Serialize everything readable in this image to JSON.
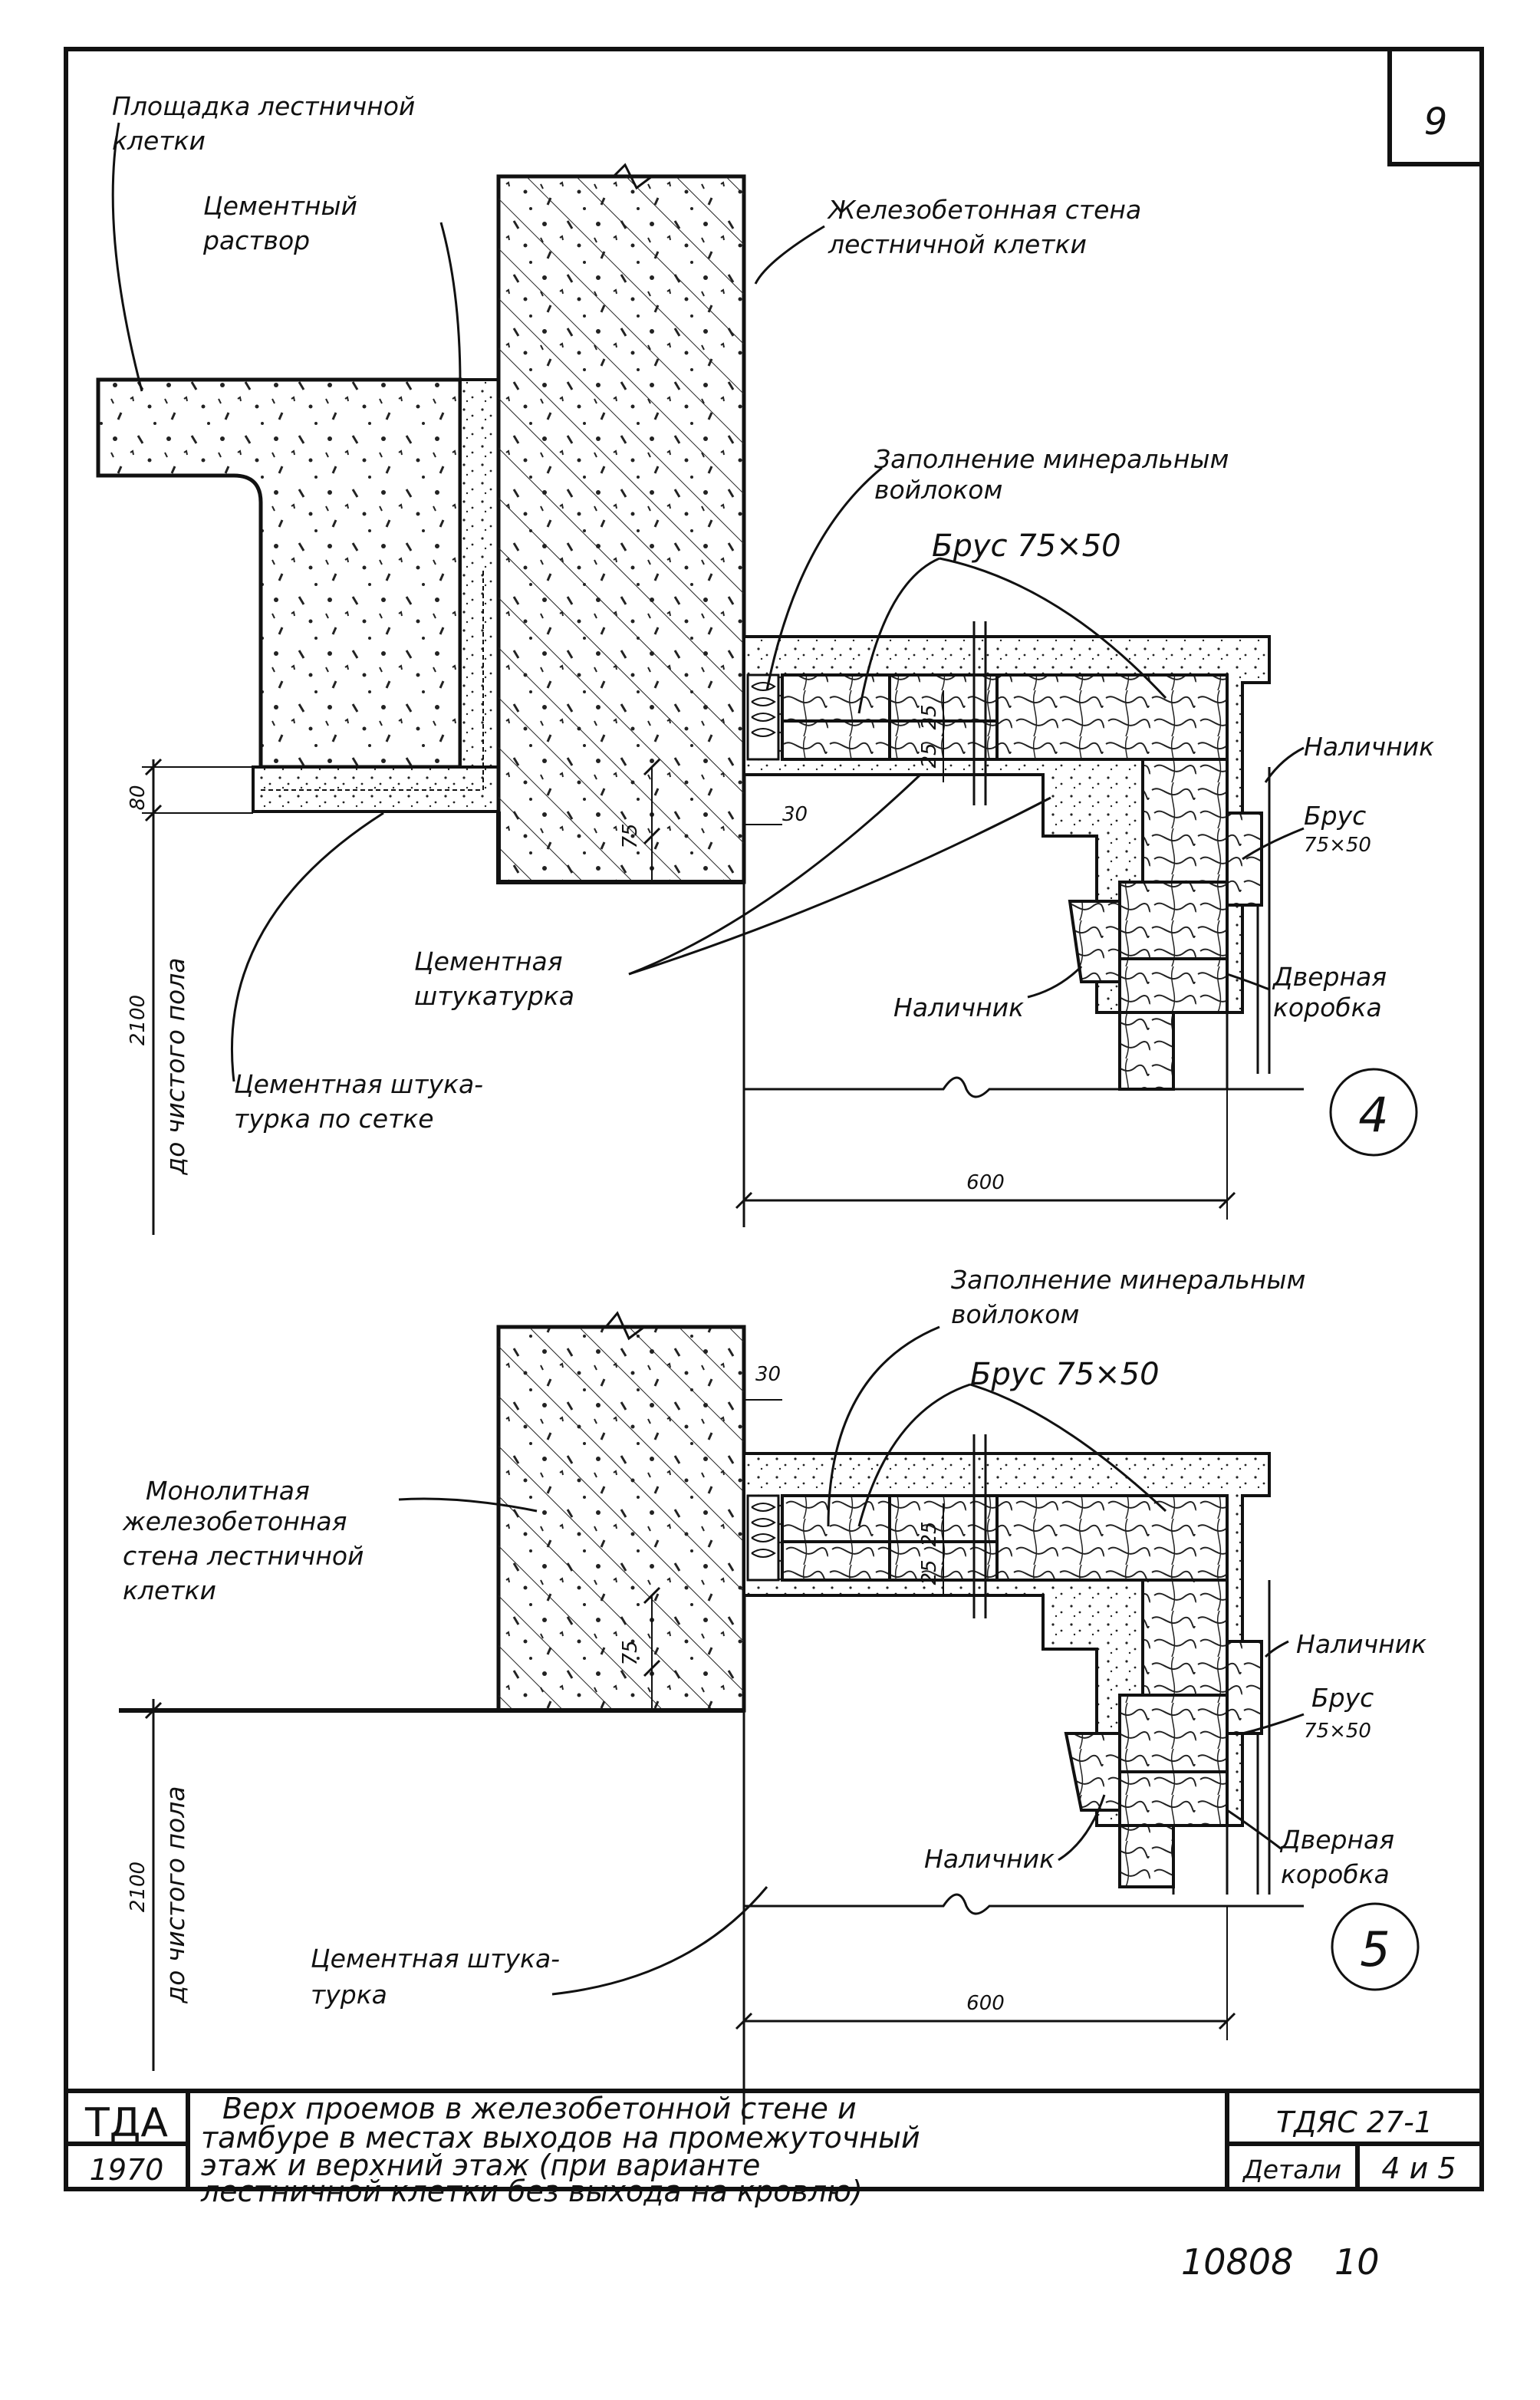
{
  "sheet_number": "9",
  "detail4": {
    "circle_label": "4",
    "landing_label": [
      "Площадка лестничной",
      "клетки"
    ],
    "mortar_label": [
      "Цементный",
      "раствор"
    ],
    "rc_wall_label": [
      "Железобетонная стена",
      "лестничной клетки"
    ],
    "felt_label": [
      "Заполнение минеральным",
      "войлоком"
    ],
    "beam_label": "Брус 75×50",
    "trim_right_label": "Наличник",
    "beam_right_label": [
      "Брус",
      "75×50"
    ],
    "cement_plaster_label": [
      "Цементная",
      "штукатурка"
    ],
    "trim_left_label": "Наличник",
    "door_frame_label": [
      "Дверная",
      "коробка"
    ],
    "plaster_mesh_label": [
      "Цементная штука-",
      "турка по сетке"
    ],
    "dim_80": "80",
    "dim_2100": "2100",
    "dim_floor": "до чистого пола",
    "dim_600": "600",
    "dim_30": "30",
    "dim_75": "75",
    "dim_25a": "25",
    "dim_25b": "25"
  },
  "detail5": {
    "circle_label": "5",
    "felt_label": [
      "Заполнение минеральным",
      "войлоком"
    ],
    "beam_label": "Брус 75×50",
    "mono_wall_label": [
      "Монолитная",
      "железобетонная",
      "стена лестничной",
      "клетки"
    ],
    "trim_right_label": "Наличник",
    "beam_right_label": [
      "Брус",
      "75×50"
    ],
    "trim_left_label": "Наличник",
    "door_frame_label": [
      "Дверная",
      "коробка"
    ],
    "cement_plaster_label": [
      "Цементная штука-",
      "турка"
    ],
    "dim_2100": "2100",
    "dim_floor": "до чистого пола",
    "dim_600": "600",
    "dim_30": "30",
    "dim_75": "75",
    "dim_25a": "25",
    "dim_25b": "25"
  },
  "title_block": {
    "org": "ТДА",
    "year": "1970",
    "description": [
      "Верх проемов в железобетонной стене и",
      "тамбуре в местах выходов на промежуточный",
      "этаж и верхний этаж (при варианте",
      "лестничной клетки без выхода на кровлю)"
    ],
    "code": "ТДЯС 27-1",
    "section_label": "Детали",
    "section_value": "4 и 5"
  },
  "footer": {
    "archive_no": "10808",
    "page_no": "10"
  }
}
